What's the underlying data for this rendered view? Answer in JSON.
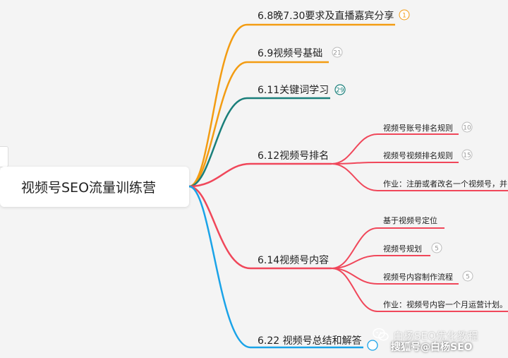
{
  "root": {
    "label": "视频号SEO流量训练营"
  },
  "branches": [
    {
      "label": "6.8晚7.30要求及直播嘉宾分享",
      "badge": "1"
    },
    {
      "label": "6.9视频号基础",
      "badge": "21"
    },
    {
      "label": "6.11关键词学习",
      "badge": "29"
    },
    {
      "label": "6.12视频号排名",
      "badge": "",
      "children": [
        {
          "label": "视频号账号排名规则",
          "badge": "10"
        },
        {
          "label": "视频号视频排名规则",
          "badge": "15"
        },
        {
          "label": "作业：注册或者改名一个视频号，并",
          "badge": ""
        }
      ]
    },
    {
      "label": "6.14视频号内容",
      "badge": "",
      "children": [
        {
          "label": "基于视频号定位",
          "badge": ""
        },
        {
          "label": "视频号规划",
          "badge": "5"
        },
        {
          "label": "视频号内容制作流程",
          "badge": "5"
        },
        {
          "label": "作业：视频号内容一个月运营计划。",
          "badge": ""
        }
      ]
    },
    {
      "label": "6.22 视频号总结和解答",
      "badge": ""
    }
  ],
  "colors": {
    "orange": "#f39c12",
    "teal": "#1a7f7a",
    "red": "#f0475a",
    "blue": "#1aa3e8",
    "badge_gray": "#bbbbbb"
  },
  "watermark": {
    "line1": "白杨SEO优化教程",
    "line2": "搜狐号@白杨SEO"
  },
  "icons": {
    "watermark_icon": "wechat-icon"
  }
}
